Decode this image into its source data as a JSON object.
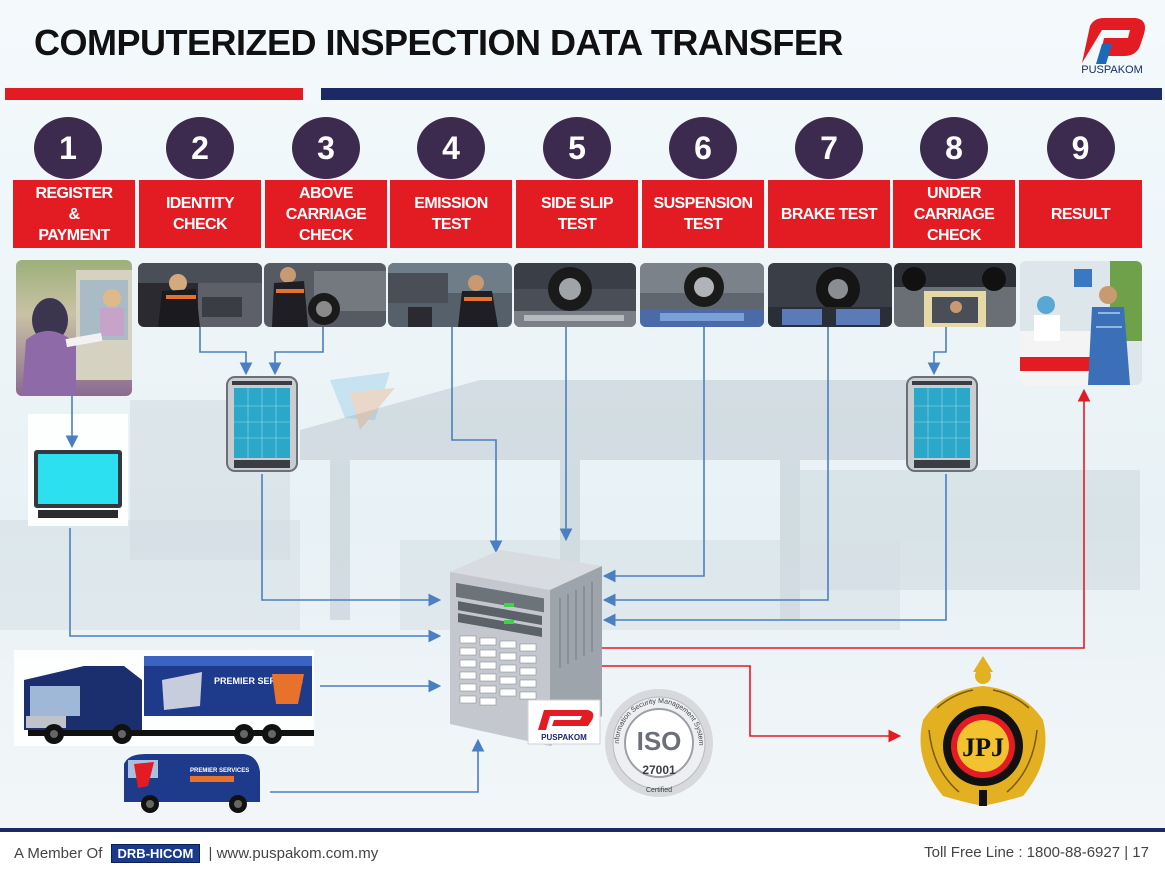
{
  "header": {
    "title": "COMPUTERIZED INSPECTION DATA TRANSFER",
    "logo_text": "PUSPAKOM"
  },
  "steps": [
    {
      "number": "1",
      "lines": [
        "REGISTER",
        "&",
        "PAYMENT"
      ]
    },
    {
      "number": "2",
      "lines": [
        "IDENTITY",
        "CHECK"
      ]
    },
    {
      "number": "3",
      "lines": [
        "ABOVE",
        "CARRIAGE",
        "CHECK"
      ]
    },
    {
      "number": "4",
      "lines": [
        "EMISSION",
        "TEST"
      ]
    },
    {
      "number": "5",
      "lines": [
        "SIDE SLIP",
        "TEST"
      ]
    },
    {
      "number": "6",
      "lines": [
        "SUSPENSION",
        "TEST"
      ]
    },
    {
      "number": "7",
      "lines": [
        "BRAKE TEST"
      ]
    },
    {
      "number": "8",
      "lines": [
        "UNDER",
        "CARRIAGE",
        "CHECK"
      ]
    },
    {
      "number": "9",
      "lines": [
        "RESULT"
      ]
    }
  ],
  "server": {
    "brand": "PUSPAKOM"
  },
  "iso_badge": {
    "top_text": "Information Security Management System",
    "main": "ISO",
    "number": "27001",
    "bottom": "Certified"
  },
  "jpj": {
    "text": "JPJ"
  },
  "truck": {
    "sign": "PREMIER SERVICES"
  },
  "van": {
    "sign": "PREMIER SERVICES"
  },
  "footer": {
    "member_prefix": "A Member Of",
    "member_badge": "DRB-HICOM",
    "website": "| www.puspakom.com.my",
    "tollfree": "Toll Free Line : 1800-88-6927 | 17"
  },
  "colors": {
    "accent_red": "#e31b23",
    "navy": "#1b2a66",
    "step_circle": "#3d2b4f",
    "flow_arrow_blue": "#4a7fc1",
    "flow_arrow_red": "#e31b23"
  }
}
